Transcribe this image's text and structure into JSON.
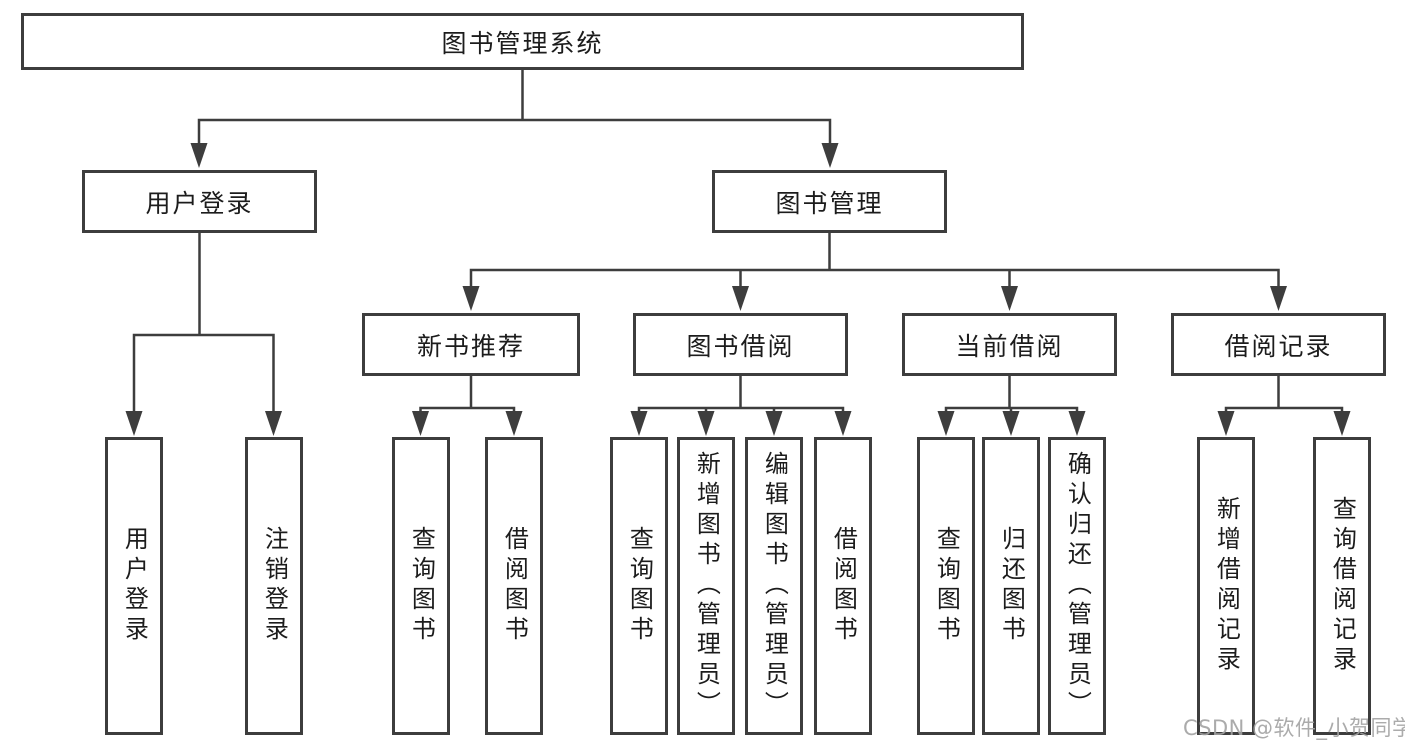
{
  "colors": {
    "line": "#3d3d3d",
    "box_border": "#3d3d3d",
    "text": "#1c1c1c",
    "watermark": "#a2a2a2",
    "background": "#ffffff"
  },
  "watermark": {
    "text": "CSDN @软件_小贺同学"
  },
  "tree": {
    "root": {
      "label": "图书管理系统"
    },
    "children": [
      {
        "label": "用户登录",
        "children": [
          {
            "label": "用户登录"
          },
          {
            "label": "注销登录"
          }
        ]
      },
      {
        "label": "图书管理",
        "children": [
          {
            "label": "新书推荐",
            "children": [
              {
                "label": "查询图书"
              },
              {
                "label": "借阅图书"
              }
            ]
          },
          {
            "label": "图书借阅",
            "children": [
              {
                "label": "查询图书"
              },
              {
                "label": "新增图书（管理员）"
              },
              {
                "label": "编辑图书（管理员）"
              },
              {
                "label": "借阅图书"
              }
            ]
          },
          {
            "label": "当前借阅",
            "children": [
              {
                "label": "查询图书"
              },
              {
                "label": "归还图书"
              },
              {
                "label": "确认归还（管理员）"
              }
            ]
          },
          {
            "label": "借阅记录",
            "children": [
              {
                "label": "新增借阅记录"
              },
              {
                "label": "查询借阅记录"
              }
            ]
          }
        ]
      }
    ]
  }
}
